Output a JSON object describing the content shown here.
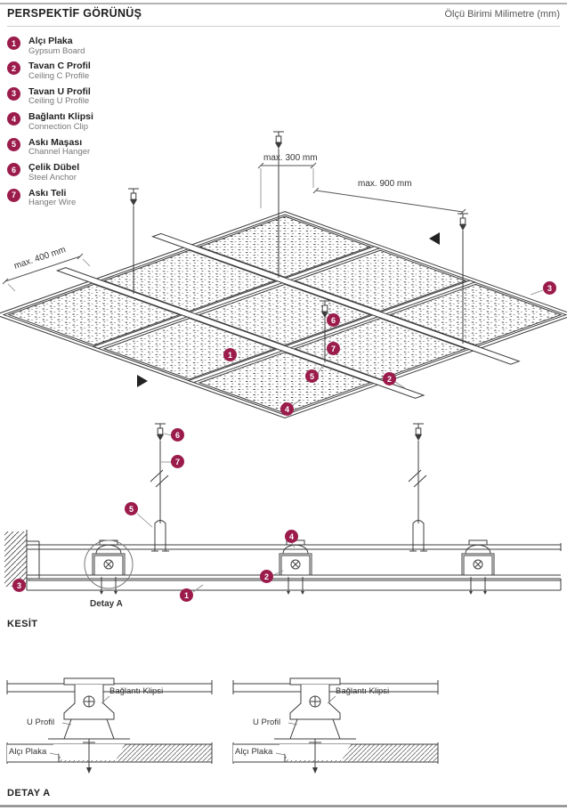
{
  "page": {
    "title": "PERSPEKTİF GÖRÜNÜŞ",
    "unit_note": "Ölçü Birimi Milimetre (mm)",
    "section_label": "KESİT",
    "detail_title": "DETAY A",
    "detail_ref": "Detay A"
  },
  "legend": {
    "items": [
      {
        "num": "1",
        "tr": "Alçı Plaka",
        "en": "Gypsum Board"
      },
      {
        "num": "2",
        "tr": "Tavan C Profil",
        "en": "Ceiling C Profile"
      },
      {
        "num": "3",
        "tr": "Tavan U Profil",
        "en": "Ceiling U Profile"
      },
      {
        "num": "4",
        "tr": "Bağlantı Klipsi",
        "en": "Connection Clip"
      },
      {
        "num": "5",
        "tr": "Askı Maşası",
        "en": "Channel Hanger"
      },
      {
        "num": "6",
        "tr": "Çelik Dübel",
        "en": "Steel Anchor"
      },
      {
        "num": "7",
        "tr": "Askı Teli",
        "en": "Hanger Wire"
      }
    ]
  },
  "dimensions": {
    "spacing_300": "max. 300 mm",
    "spacing_900": "max. 900 mm",
    "spacing_400": "max. 400 mm"
  },
  "detail_labels": {
    "clip": "Bağlantı Klipsi",
    "u_profile": "U Profil",
    "board": "Alçı Plaka"
  },
  "colors": {
    "badge": "#9b1c4b",
    "line": "#3c3c3c",
    "text": "#2e2e2e",
    "muted": "#6e6e6e"
  }
}
